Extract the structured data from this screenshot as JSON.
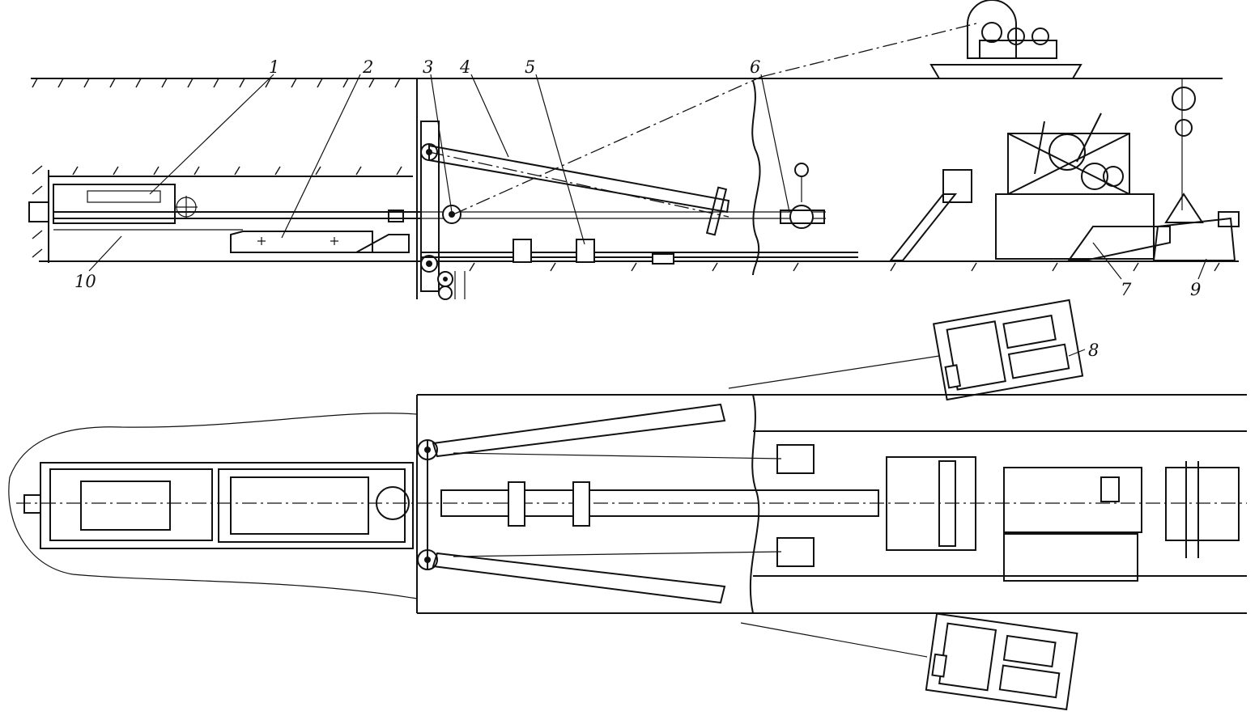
{
  "callouts": [
    {
      "id": "1",
      "text": "1"
    },
    {
      "id": "2",
      "text": "2"
    },
    {
      "id": "3",
      "text": "3"
    },
    {
      "id": "4",
      "text": "4"
    },
    {
      "id": "5",
      "text": "5"
    },
    {
      "id": "6",
      "text": "6"
    },
    {
      "id": "7",
      "text": "7"
    },
    {
      "id": "8",
      "text": "8"
    },
    {
      "id": "9",
      "text": "9"
    },
    {
      "id": "10",
      "text": "10"
    }
  ],
  "colors": {
    "ink": "#111111",
    "paper": "#ffffff"
  }
}
